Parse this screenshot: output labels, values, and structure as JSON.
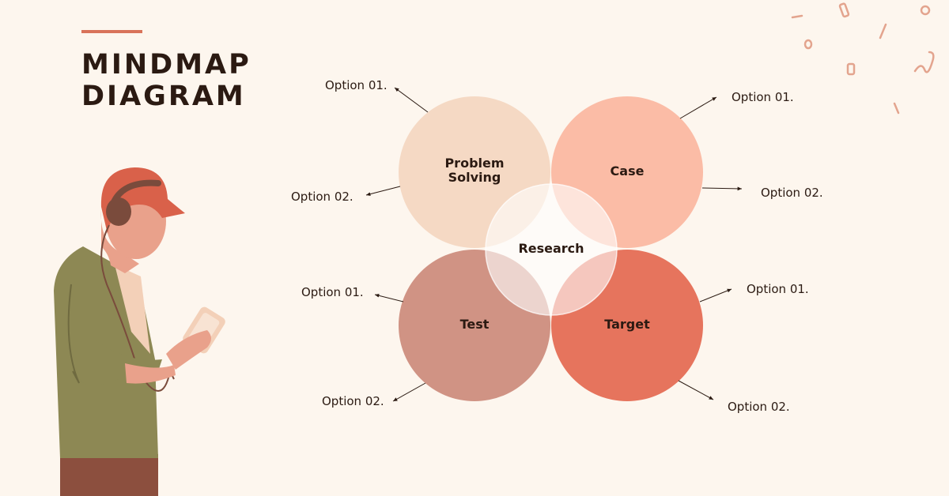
{
  "title": {
    "line1": "MINDMAP",
    "line2": "DIAGRAM"
  },
  "center": {
    "label": "Research"
  },
  "circles": {
    "problem": {
      "line1": "Problem",
      "line2": "Solving",
      "option1": "Option 01.",
      "option2": "Option 02."
    },
    "case": {
      "label": "Case",
      "option1": "Option 01.",
      "option2": "Option 02."
    },
    "test": {
      "label": "Test",
      "option1": "Option 01.",
      "option2": "Option 02."
    },
    "target": {
      "label": "Target",
      "option1": "Option 01.",
      "option2": "Option 02."
    }
  },
  "colors": {
    "background": "#fdf6ee",
    "problem": "#f5d9c4",
    "case": "#fbbca6",
    "test": "#d09384",
    "target": "#e6745d",
    "accent": "#d9735a",
    "text": "#2b1a12"
  }
}
